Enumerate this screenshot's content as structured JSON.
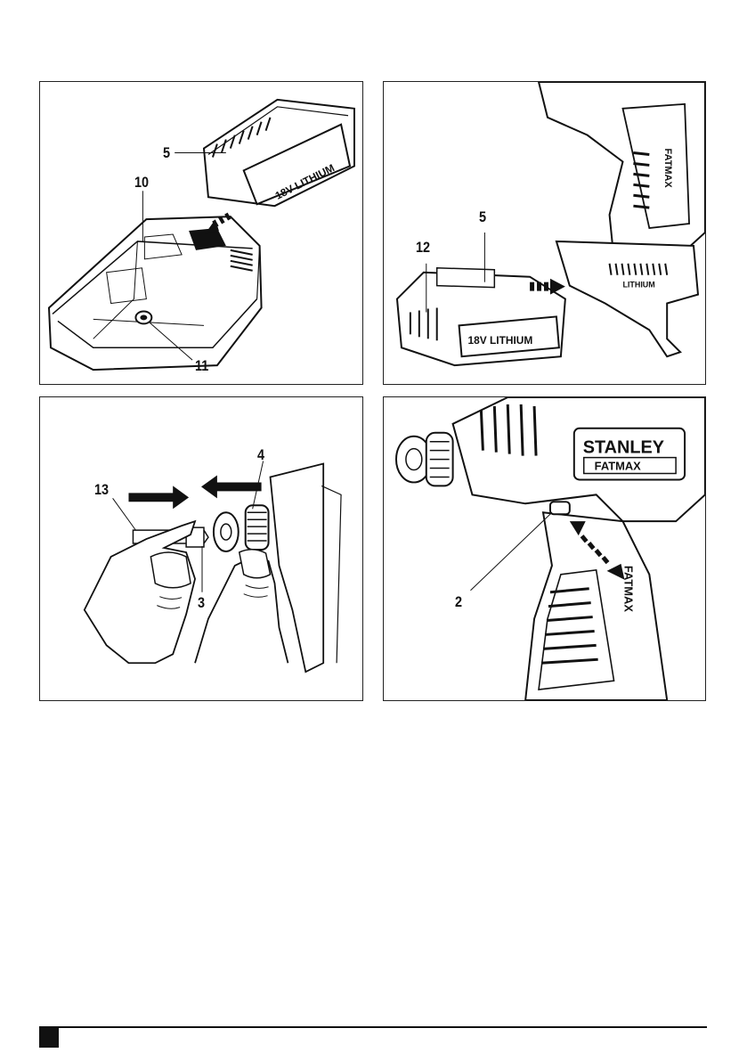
{
  "figures": [
    {
      "id": "A",
      "subject": "battery-and-charger",
      "callouts": [
        {
          "label": "5"
        },
        {
          "label": "10"
        },
        {
          "label": "11"
        }
      ],
      "battery_print": "18V LITHIUM"
    },
    {
      "id": "B",
      "subject": "battery-insert-into-tool",
      "callouts": [
        {
          "label": "5"
        },
        {
          "label": "12"
        }
      ],
      "battery_print": "18V LITHIUM",
      "tool_print": "LITHIUM",
      "handle_print": "FATMAX"
    },
    {
      "id": "C",
      "subject": "bit-insertion",
      "callouts": [
        {
          "label": "13"
        },
        {
          "label": "4"
        },
        {
          "label": "3"
        }
      ]
    },
    {
      "id": "D",
      "subject": "direction-switch",
      "callouts": [
        {
          "label": "2"
        }
      ],
      "badge_top": "STANLEY",
      "badge_bottom": "FATMAX",
      "handle_print": "FATMAX"
    }
  ],
  "colors": {
    "ink": "#111111",
    "paper": "#ffffff",
    "shade": "#9a9a9a"
  }
}
